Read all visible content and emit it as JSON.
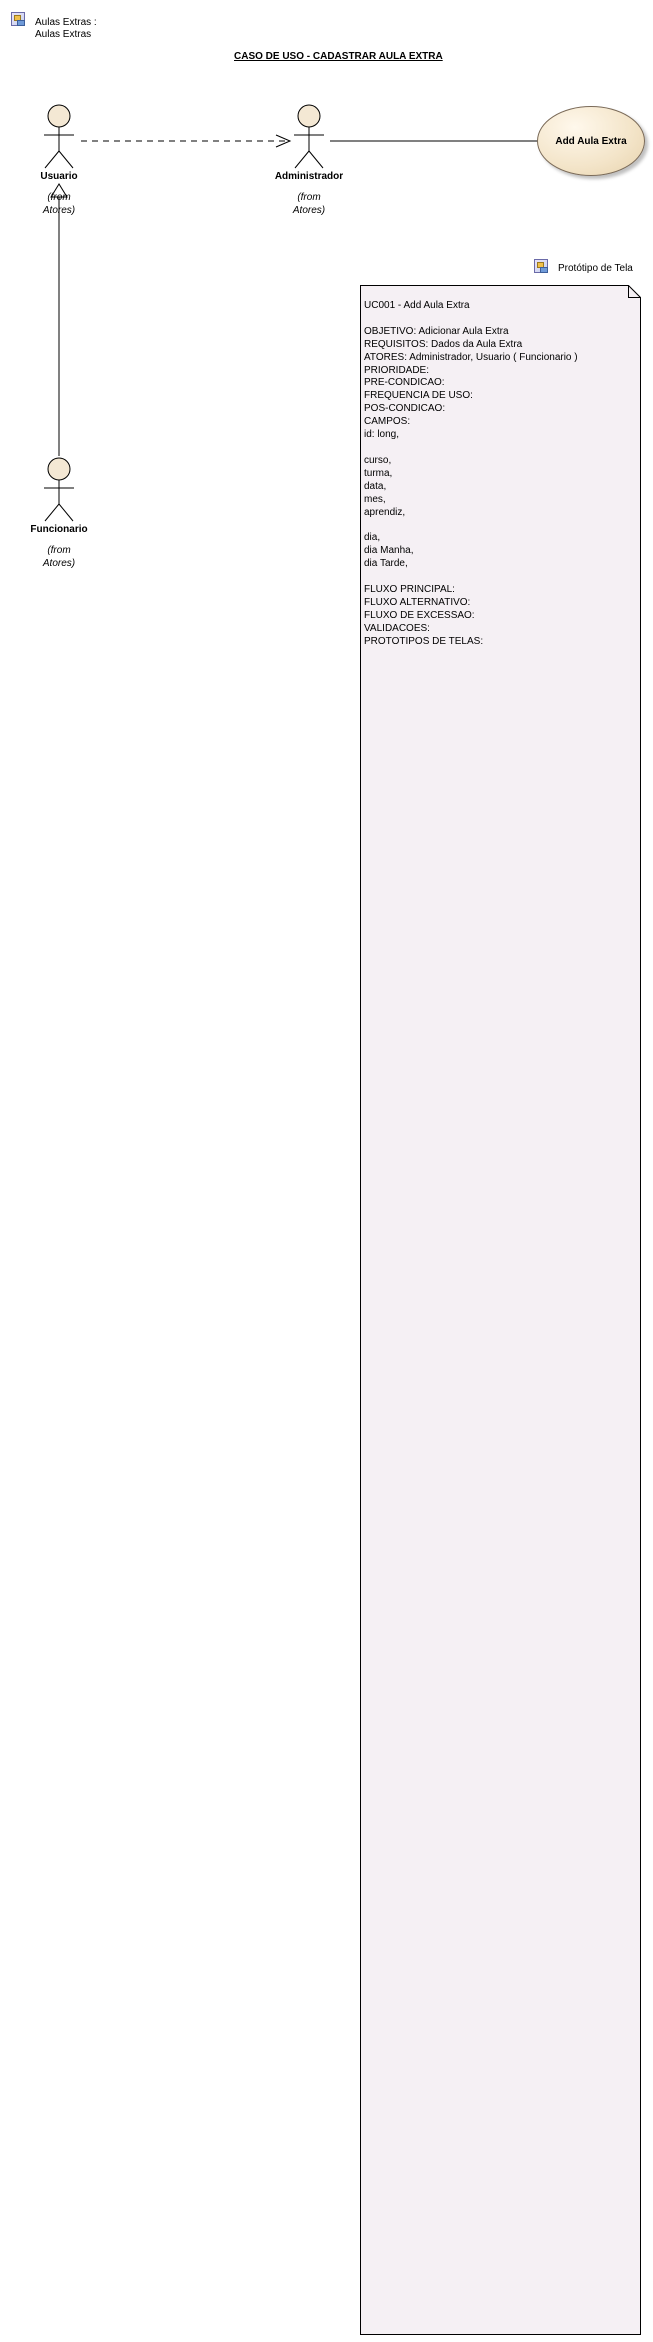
{
  "package": {
    "icon": "package-diagram-icon",
    "line1": "Aulas Extras :",
    "line2": "Aulas Extras"
  },
  "diagram_title": "CASO DE USO - CADASTRAR AULA EXTRA",
  "actors": {
    "usuario": {
      "name": "Usuario",
      "from1": "(from",
      "from2": "Atores)"
    },
    "administrador": {
      "name": "Administrador",
      "from1": "(from",
      "from2": "Atores)"
    },
    "funcionario": {
      "name": "Funcionario",
      "from1": "(from",
      "from2": "Atores)"
    }
  },
  "usecase": {
    "label": "Add Aula Extra"
  },
  "prototype_link": {
    "icon": "diagram-link-icon",
    "label": "Protótipo de Tela"
  },
  "note": {
    "text": "UC001 - Add Aula Extra\n\nOBJETIVO: Adicionar Aula Extra\nREQUISITOS: Dados da Aula Extra\nATORES: Administrador, Usuario ( Funcionario )\nPRIORIDADE:\nPRE-CONDICAO:\nFREQUENCIA DE USO:\nPOS-CONDICAO:\nCAMPOS:\nid: long,\n\ncurso,\nturma,\ndata,\nmes,\naprendiz,\n\ndia,\ndia Manha,\ndia Tarde,\n\nFLUXO PRINCIPAL:\nFLUXO ALTERNATIVO:\nFLUXO DE EXCESSAO:\nVALIDACOES:\nPROTOTIPOS DE TELAS:"
  },
  "colors": {
    "actor_fill": "#f4e8d4",
    "usecase_fill": "#f3e4c8",
    "note_fill": "#f5f0f4",
    "line": "#000000"
  }
}
